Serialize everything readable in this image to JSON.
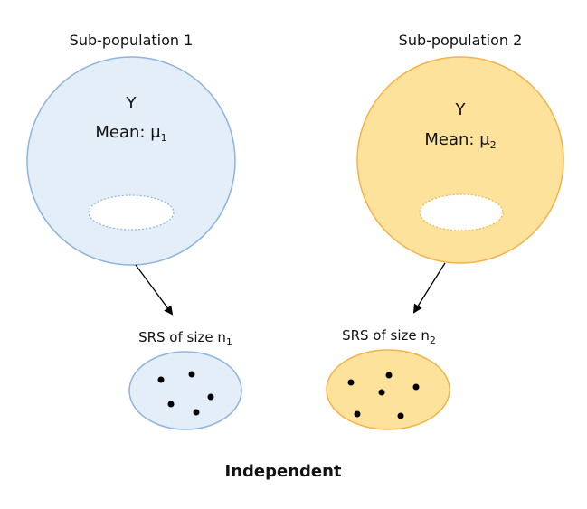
{
  "colors": {
    "pop1_fill": "#e3eef9",
    "pop1_stroke": "#8db3de",
    "pop2_fill": "#fde29b",
    "pop2_stroke": "#f5b24a",
    "dot": "#000000",
    "arrow": "#000000"
  },
  "subpopulations": [
    {
      "title": "Sub-population 1",
      "variable": "Y",
      "mean_label": "Mean: μ",
      "mean_subscript": "1",
      "sample_label": "SRS of size n",
      "sample_subscript": "1"
    },
    {
      "title": "Sub-population 2",
      "variable": "Y",
      "mean_label": "Mean: μ",
      "mean_subscript": "2",
      "sample_label": "SRS of size n",
      "sample_subscript": "2"
    }
  ],
  "footer": "Independent"
}
